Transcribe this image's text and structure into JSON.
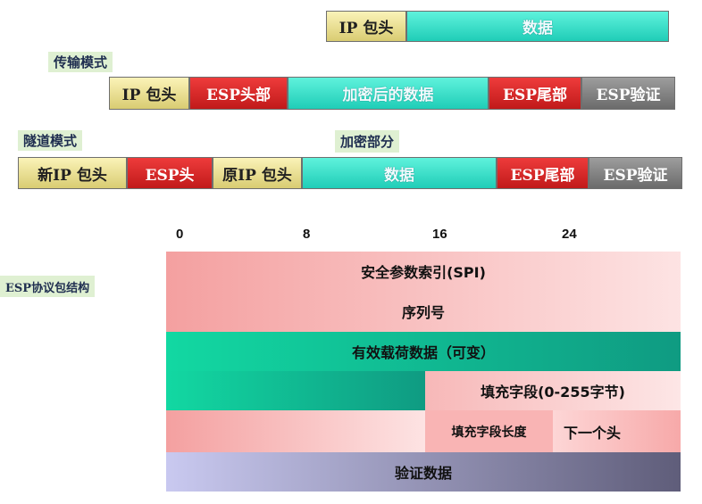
{
  "top_packet": {
    "ip_header": "IP 包头",
    "data": "数据"
  },
  "transport_mode": {
    "label": "传输模式",
    "ip_header": "IP 包头",
    "esp_header": "ESP头部",
    "encrypted_data": "加密后的数据",
    "esp_trailer": "ESP尾部",
    "esp_auth": "ESP验证"
  },
  "tunnel_mode": {
    "label": "隧道模式",
    "encrypted_part_label": "加密部分",
    "new_ip_header": "新IP 包头",
    "esp_header": "ESP头",
    "orig_ip_header": "原IP 包头",
    "data": "数据",
    "esp_trailer": "ESP尾部",
    "esp_auth": "ESP验证"
  },
  "esp_structure": {
    "label": "ESP协议包结构",
    "bit_ticks": [
      "0",
      "8",
      "16",
      "24"
    ],
    "spi": "安全参数索引(SPI)",
    "sequence": "序列号",
    "payload": "有效载荷数据（可变）",
    "padding": "填充字段(0-255字节)",
    "pad_length": "填充字段长度",
    "next_header": "下一个头",
    "auth_data": "验证数据"
  },
  "colors": {
    "header_yellow": "#e8dd8a",
    "data_cyan": "#2ddcc6",
    "esp_red": "#d82626",
    "auth_gray": "#808080",
    "mode_label_bg": "#dff0d2",
    "row_pink": "#f6b3b3",
    "row_green": "#12c49a",
    "row_violet": "#b8b8e0"
  }
}
